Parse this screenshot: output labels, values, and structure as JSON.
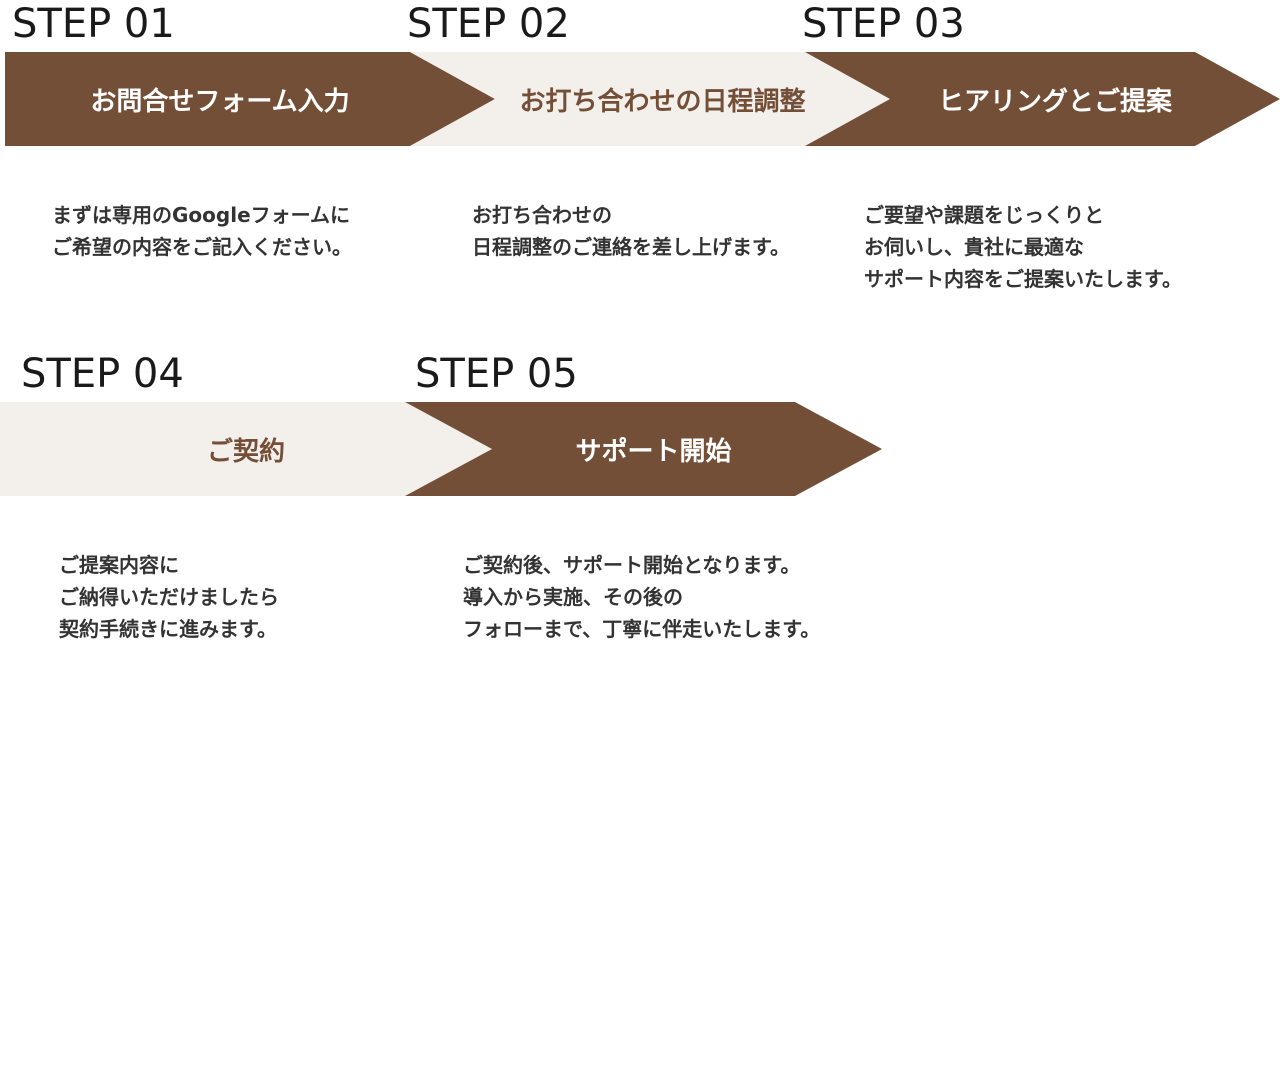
{
  "colors": {
    "dark_brown": "#744f38",
    "cream": "#f3efea",
    "text": "#333333"
  },
  "steps": [
    {
      "label": "STEP 01",
      "title": "お問合せフォーム入力",
      "desc": [
        "まずは専用のGoogleフォームに",
        "ご希望の内容をご記入ください。"
      ]
    },
    {
      "label": "STEP 02",
      "title": "お打ち合わせの日程調整",
      "desc": [
        "お打ち合わせの",
        "日程調整のご連絡を差し上げます。"
      ]
    },
    {
      "label": "STEP 03",
      "title": "ヒアリングとご提案",
      "desc": [
        "ご要望や課題をじっくりと",
        "お伺いし、貴社に最適な",
        "サポート内容をご提案いたします。"
      ]
    },
    {
      "label": "STEP 04",
      "title": "ご契約",
      "desc": [
        "ご提案内容に",
        "ご納得いただけましたら",
        "契約手続きに進みます。"
      ]
    },
    {
      "label": "STEP 05",
      "title": "サポート開始",
      "desc": [
        "ご契約後、サポート開始となります。",
        "導入から実施、その後の",
        "フォローまで、丁寧に伴走いたします。"
      ]
    }
  ]
}
